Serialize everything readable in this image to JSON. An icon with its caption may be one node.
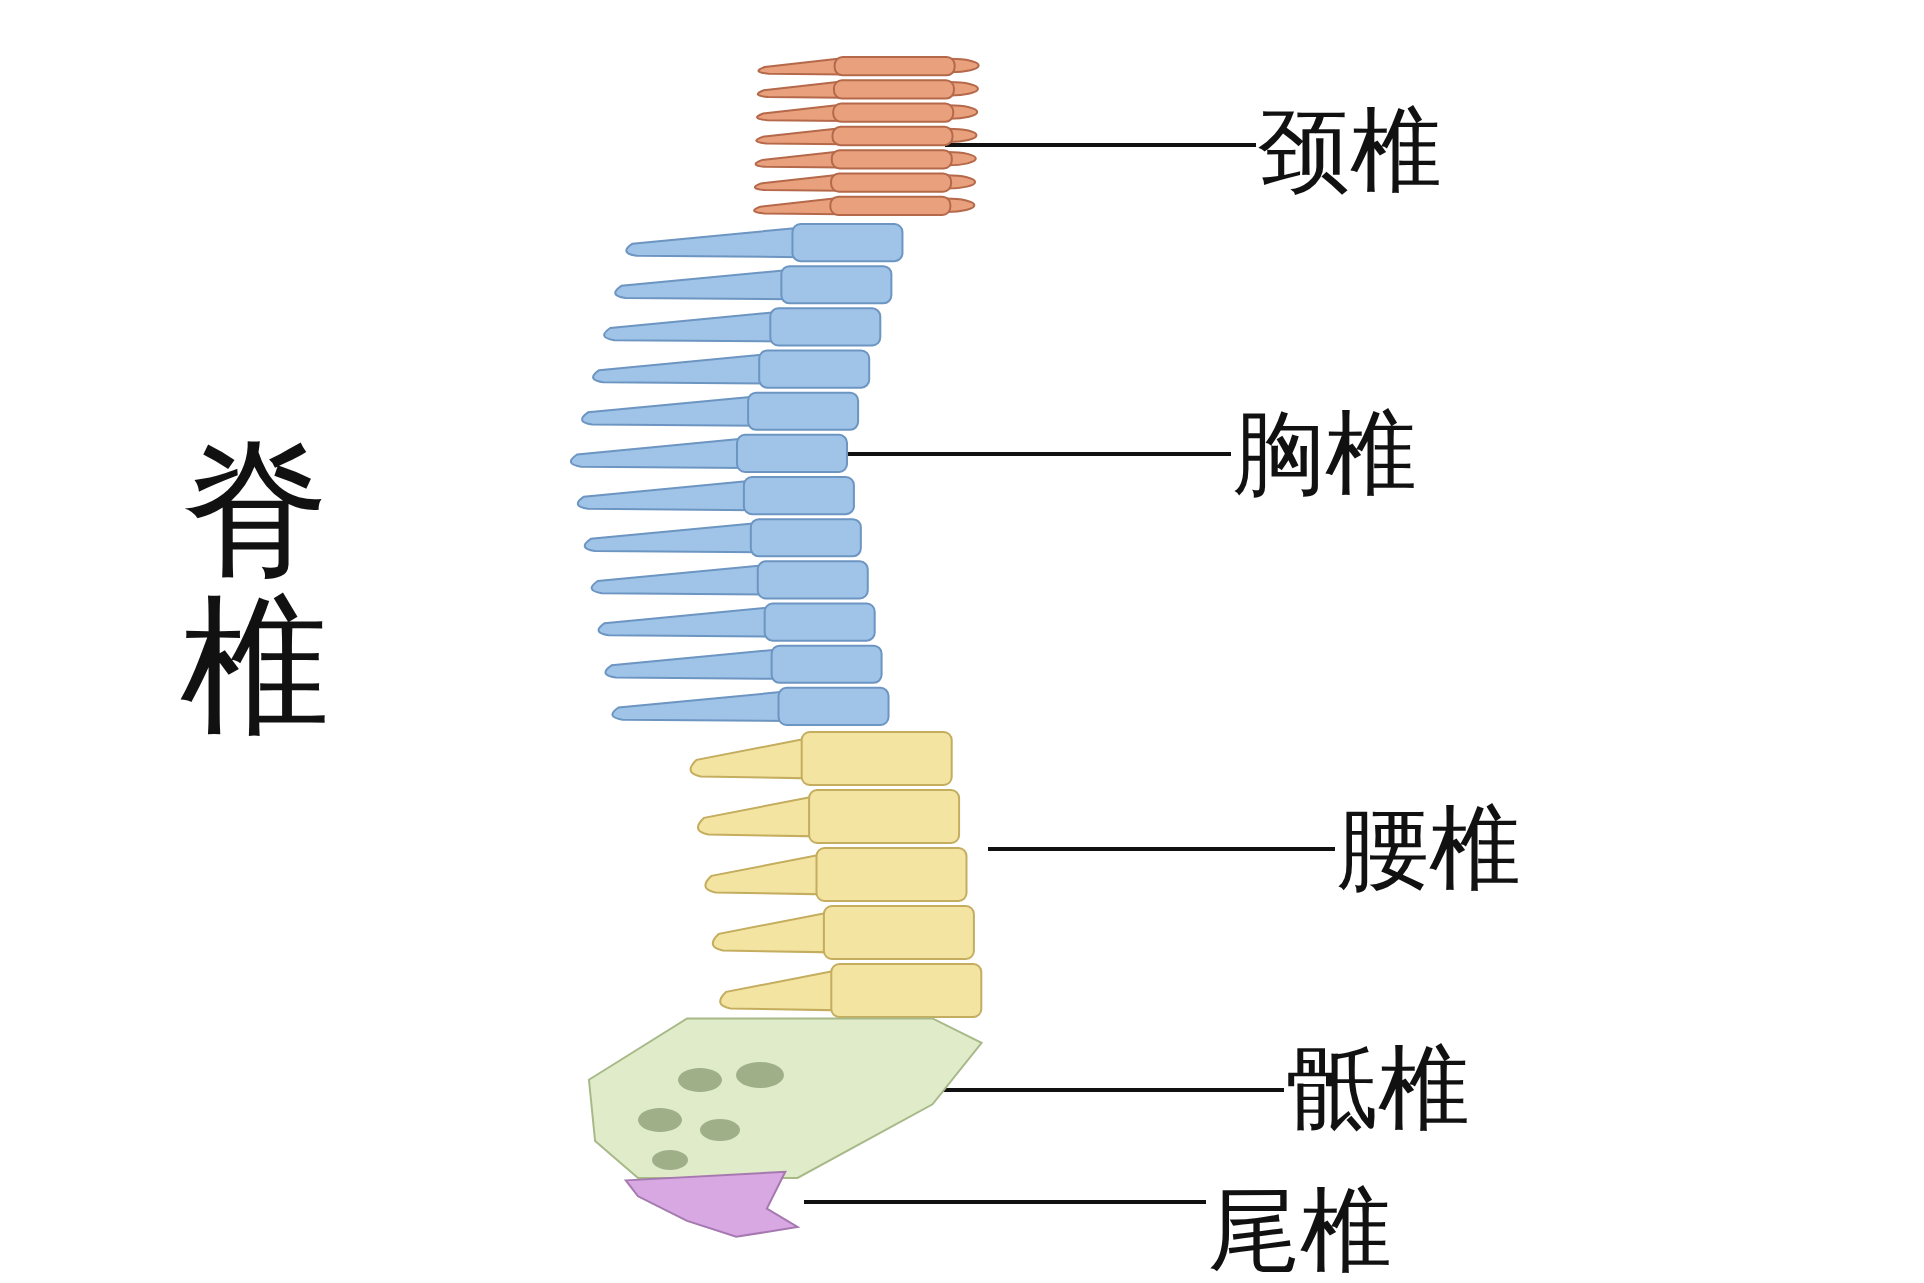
{
  "diagram": {
    "nodes": [
      {
        "text": [],
        "shape": "picture"
      },
      {
        "text": [
          "颈椎"
        ]
      },
      {
        "text": [],
        "shape": "picture"
      },
      {
        "text": [
          "胸椎"
        ]
      },
      {
        "text": [],
        "shape": "picture"
      },
      {
        "text": [
          "腰椎"
        ]
      },
      {
        "text": [],
        "shape": "picture"
      },
      {
        "text": [
          "骶椎"
        ]
      },
      {
        "text": [],
        "shape": "picture"
      },
      {
        "text": [
          "尾椎"
        ]
      }
    ],
    "edges": [
      {
        "from": 1,
        "to": 0,
        "arrow": "none"
      },
      {
        "from": 3,
        "to": 2,
        "arrow": "none"
      },
      {
        "from": 5,
        "to": 4,
        "arrow": "none"
      },
      {
        "from": 7,
        "to": 6,
        "arrow": "none"
      },
      {
        "from": 9,
        "to": 8,
        "arrow": "none"
      }
    ],
    "labels": [
      "脊椎"
    ]
  }
}
